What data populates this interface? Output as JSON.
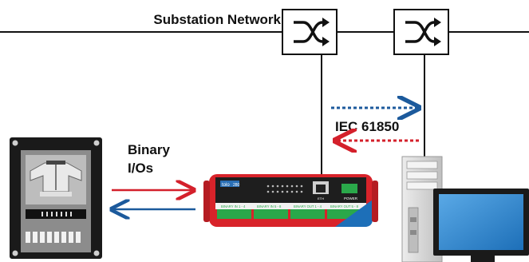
{
  "network_label": "Substation Network",
  "binary_label_line1": "Binary",
  "binary_label_line2": "I/Os",
  "protocol_label": "IEC 61850",
  "device": {
    "brand": "tolo",
    "model": "280",
    "port_label": "ETH",
    "power_label": "POWER",
    "terminal_labels": [
      "BINARY IN 1 - 4",
      "BINARY IN 5 - 8",
      "BINARY OUT 1 - 4",
      "BINARY OUT 5 - 8"
    ]
  },
  "colors": {
    "line": "#111111",
    "red_arrow": "#d4202b",
    "blue_arrow": "#1c5a9c",
    "device_red": "#d8232a",
    "terminal_green": "#2aa84a",
    "relay_frame": "#1a1a1a",
    "pc_gray": "#d9d9d9"
  },
  "icons": [
    "network-switch-icon",
    "protection-relay-icon",
    "io-device-icon",
    "computer-icon"
  ]
}
